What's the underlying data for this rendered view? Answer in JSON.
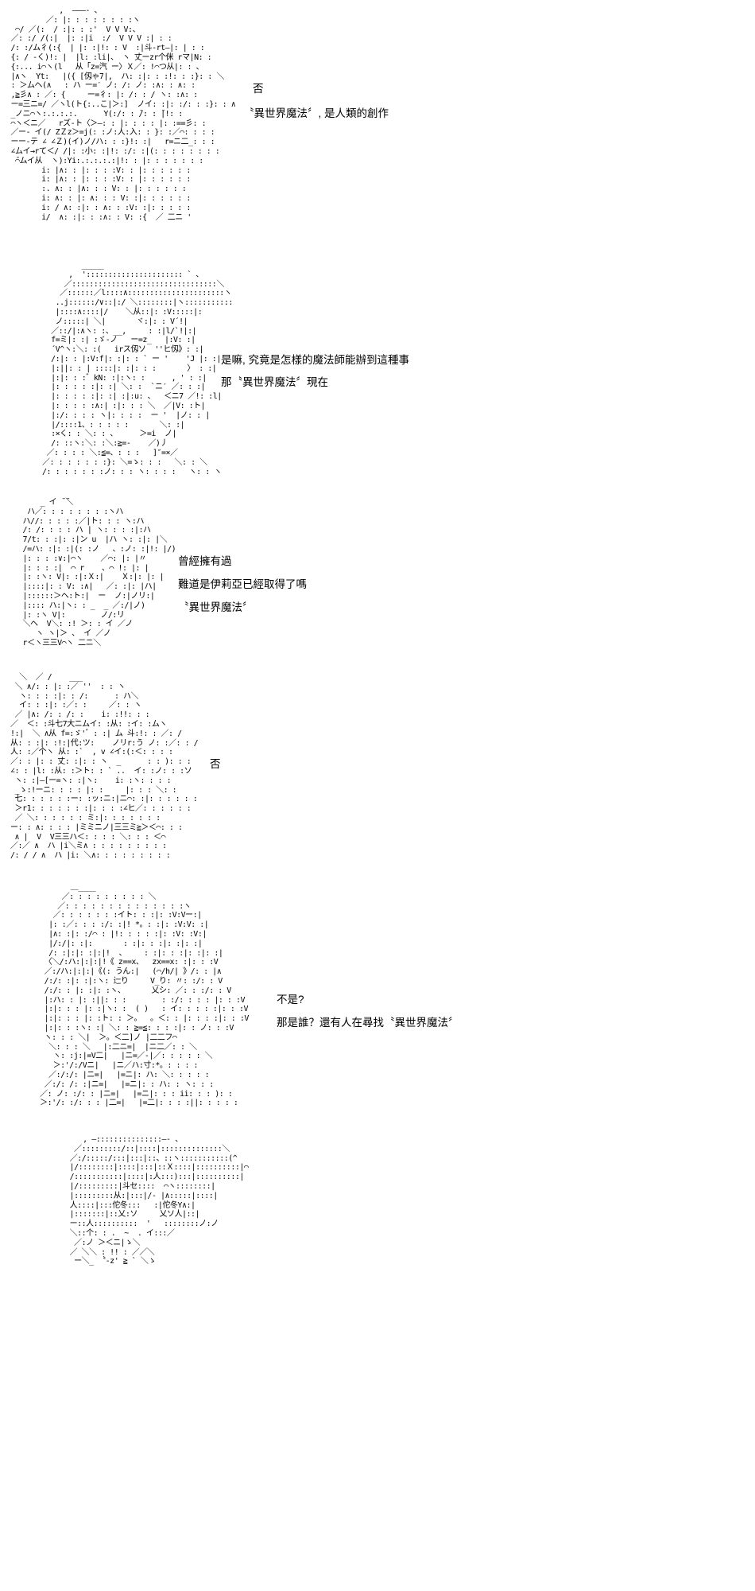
{
  "page": {
    "background": "#ffffff",
    "text_color": "#000000",
    "kind": "ascii-art-comic-page"
  },
  "panels": [
    {
      "name": "panel-1",
      "art": [
        "            ,  ―――‐ 、",
        "         ／: |: : : : : : : :ヽ",
        "  ⌒/ ／(:  / :|: : :'  V V V:、",
        " ／: :/ /(:|  |: :|i  :/  V V V :| : :",
        " /: :/ム彳(:{  | |: :|!: : V  :|斗‐rt―|: | : :",
        " {: / ‐く)!: |  |l: :li|、 ヽ 丈ーzr个侎 rマ|N: :",
        " {:... i⌒ヽ(l   从「z=汽 ー〉Ｘ／: !⌒つ从|: : 、",
        " |∧ヽ  Yt:   |({ [仭ゃ7|,  ハ: :|: : :!: : :}: : ＼",
        " : ＞ムヘ(∧   : ハ ー=′ ノ: /: ノ: :∧: : ∧: :",
        " ,≧彡∧ : ／: {     ー=彳: |: /: : / ヽ: :∧: :",
        " ー=三ニ=/ ／ヽl(ト{:..こ|＞:]  ノイ: :|: :/: : :}: : ∧",
        " _ノニ⌒ヽ:.:.:.:.      Y(:/: : ̄/: : ̄|!: :",
        " ⌒ヽ＜ニ／   rズ‐ト〈＞―: : |: : : : |: :==彡: :",
        " ／ー‐ イ(/ ZＺz＞=j(: :ノ:人:入: : }: :／⌒: : : :",
        " ーー‐テ ∠ ∠Ｚ)(イ)ノ/ハ: : :}!: :|   r=ニ二_: : :",
        " ∠ムイ→rて＜/ /|: :小: :|!: :/: :|(: : : : : : : :",
        "  ̄⌒ムイ从  ヽ):Yi:.:.:.:.:|!: : |: : : : : : :",
        "        i: |∧: : |: : : :V: : |: : : : : :",
        "        i: |∧: : |: : : :V: : |: : : : : :",
        "        :. ∧: : |∧: : : V: : |: : : : : :",
        "        i: ∧: : |: ∧: : : V: :|: : : : : :",
        "        i: / ∧: :|: : ∧: : :V: :|: : : : :",
        "        i/  ∧: :|: : :∧: : V: :{  ／ 二ニ '"
      ],
      "dialogue": [
        {
          "text": "否"
        },
        {
          "text": "〝異世界魔法〞, 是人類的創作"
        }
      ]
    },
    {
      "name": "panel-2",
      "art": [
        "           _____",
        "        ,  ':::::::::::::::::::::: ` 、",
        "       ／:::::::::::::::::::::::::::::::::＼",
        "      ／::::::／l::::∧::::::::::::::::::::::ヽ",
        "     ..j::::::/∨::|:/ ＼::::::::|ヽ:::::::::::",
        "     |::::∧::::|/    ＼从::|: :V:::::|:",
        "     ノ:::::| ＼|       ヾ:|: : V´!|",
        "    ／::/|:∧ヽ: :、__,     : :|l/`!|:|",
        "    f=ミ|: :| :ゞ‐ノ   ー=z_   |:V: :|",
        "    ´V^ヽ:＼: :(   irス仭ソ  ''ヒ仭》: :|",
        "    /:|: : |:V:f|: :|: : ` ー '    'J |: :|",
        "    |:||: : | ::::|: :|: : :       〉 : :|",
        "    |:|: : :゛kN: :|:ヽ: :      , ' : :|",
        "    |: : : : :|: :| ＼: :  `ニ′ ／: : :|",
        "    |: : : : :|: :| :|:u: 、  ＜ニ7 ／!: :l|",
        "    |: : : : :∧:| :|: : : ＼  ／|V: :ト|",
        "    |:/: : : : ヽ|: : : :  ー '  |ノ: : |",
        "    |/::::1、: : : : :       ＼: :|",
        "    :×く: : ＼: : 、     ＞=i  ノ|",
        "    /: ::ヽ:＼: :＼:≧=-    ／)丿",
        "   ／: : : : ＼:≦=、: : :   ]″=×／",
        "  ／: : : : : : :}: ＼=ゝ: : :   ＼: : ＼",
        "  /: : : : : : :ノ: : : ヽ: : : :   ヽ: : ヽ"
      ],
      "dialogue": [
        {
          "text": "是嘛, 究竟是怎樣的魔法師能辦到這種事"
        },
        {
          "text": "那〝異世界魔法〞現在"
        }
      ]
    },
    {
      "name": "panel-3",
      "art": [
        "       _ イ ̄ ̄＼",
        "    ハ／: : : : : : : :ヽハ",
        "   ハ//: : : : :／|ト: : : ヽ:ハ",
        "   /: /: : : : ハ | ヽ: : : :|:ハ",
        "   7/t: : :|: :|ン u  |ハ ヽ: :|: |＼",
        "   /=ハ: :|: :|(: :ノ   、:ノ: :|!: |/)",
        "   |: : : :∨:|⌒ヽ    ／⌒: |: |〃",
        "   |: : : :|  ⌒ r    、⌒ !: |: |",
        "   |: :ヽ: V|: :|:Ｘ:|    Ｘ:|: |: |",
        "   |::::|: : V: :∧|   ／: :|: |ハ|",
        "   |::::::＞ヘ:ト:|  ー  ノ:|ノリ:|",
        "   |:::: ハ:|ヽ: : _  _ ／:/|ノ)",
        "   |: :ヽ V|:        ノ/:リ",
        "   ＼ヘ  V＼: :! ＞: : イ ／ノ",
        "      ヽ ヽ|＞ 、 イ ／ノ",
        "   r＜ヽ三三V⌒ヽ 二ニ＼"
      ],
      "dialogue": [
        {
          "text": "曾經擁有過"
        },
        {
          "text": "難道是伊莉亞已經取得了嗎"
        },
        {
          "text": "〝異世界魔法〞"
        }
      ]
    },
    {
      "name": "panel-4",
      "art": [
        "    ＼  ／ /    ___",
        "   ＼ ∧/: : |: :／ ''  : : ヽ",
        "    ヽ: : : :|: : /:      : ハ＼",
        "    イ: : :|: :／: :     ／: : ヽ",
        "   ／ |∧: /: : /: :    i: :!!: : :",
        "  ／  ＜: :斗七7大ニムイ: :从: :イ: :ムヽ",
        "  !:|  ＼ ∧从 f=:ゞ'゛: :| ム 斗:!: : ／: /",
        "  从: : :|: :!:|代:ツ:    ノリr:う ノ: :／: : /",
        "  人: :／个ヽ 从: :`  , v ∠イ:(:＜: : : :",
        "  ／: : |: : 丈: :|: : ヽ  _      : : ): : :",
        "  ∠: : |l: :从: :＞ト: : ` ..  イ: :ノ: : :ソ",
        "   ヽ: :|―[ー=ヽ: :|ヽ:    i: :ヽ: : : :",
        "   _ゝ:!ーニ: : : : |: :     |: : : ＼: :",
        "   七: : : : : :ー: :ッ:ニ:|ニ⌒: :|: : : : : :",
        "   ＞r1: : : : : : :|: : : :∠ヒ／: : : : : :",
        "   ／ ＼: : : : : : ミ:|: : : : : : :",
        "  ー: : ∧: : : : |ミミニノ|三三ミ≧＞＜⌒: : :",
        "   ∧ |  V  V三三ハ＜: : : : ＼: : : ＜⌒",
        "  ／:／ ∧  ハ |i＼ミ∧ : : : : : : : : :",
        "  /: / / ∧  ハ |i: ＼∧: : : : : : : : :"
      ],
      "dialogue": [
        {
          "text": "否"
        }
      ]
    },
    {
      "name": "panel-5",
      "art": [
        "           ＿____",
        "         ／: : : : : : : : : ＼",
        "        ／: : : : : : : : : : : : : :ヽ",
        "       ／: : : : : : :イト: : :|: :V:Vー:|",
        "      |: :／: : : :/: :|! *。: :|: :V:V: :|",
        "      |∧: :|: :/⌒ : |!: : : : :|: :V: :V:|",
        "      |/:/|: :|:       : :|: : :|: :|: :|",
        "      /: :|:|: :|:|!  、    : :|: : :|: :|: :|",
        "     〈＼/:ハ:|:|:|!《 z==x、  zx==x: :|: : :V",
        "     ／:/ハ:|:|:|《(: うん:|   (⌒/h/| 》/: : |∧",
        "     /:/: :|: :|:ヽ: 辷り     V_り: 〃: :/: : V",
        "     /:/: : |: :|: :ヽ、      乂シ: ／: : :/: : V",
        "     |:ハ: : |: :||: : :        : :/: : : : |: : :V",
        "     |:|: : : |: :|ヽ: :  ( )   : イ: : : : :|: : :V",
        "     |:|: : : |: :ト: : ＞。  。＜: : |: : : :|: : :V",
        "     |:|: : :ヽ: :| ＼: : ≧=≦: : : :|: : ノ: : :V",
        "     ヽ: : : ＼|  ＞。＜二]ノ |二二フ⌒",
        "      ＼: : : ＼   |:二ニ=|  |ニ二／: : ＼",
        "       ヽ: :j:|=V二|   |ニ=／-|／: : : : : ＼",
        "       ＞:'/:/Vニ|   |ニ／ハ:寸:*。: : : :",
        "      ／:/:/: |ニ=|   |=ニ|: ハ: ＼: : : : :",
        "     ／:/: /: :|ニ=|   |=ニ|: : ハ: : ヽ: : :",
        "    ／: ノ: :/: : |ニ=|   |=ニ|: : : ii: : : ): :",
        "    ＞:'/: :/: : : |二=|   |=二|: : : :||: : : : :"
      ],
      "dialogue": [
        {
          "text": "不是?"
        },
        {
          "text": "那是誰？還有人在尋找〝異世界魔法〞"
        }
      ]
    },
    {
      "name": "panel-6",
      "art": [
        "        , ―:::::::::::::::―- 、",
        "      ／:::::::::/::|::::|::::::::::::::＼",
        "     ／:/:::::/:::|:::|::、::ヽ:::::::::::(^",
        "     |/::::::::|::::|:::|::Ｘ::::|::::::::::|⌒",
        "     /:::::::::::|::::|:人:::):::|::::::::::|",
        "     |/:::::::::|斗セ::::  ⌒ヽ::::::::|",
        "     |:::::::::从:|:::|/‐ |∧:::::|::::|",
        "     人::::|:::佗冬:::   :|佗冬Y∧:|",
        "     |:::::::|::乂:ソ     乂ソ人|::|",
        "     ー::人::::::::::  '   ::::::::ノ:ノ",
        "     ＼::个: : .  ~  . イ:::／",
        "      ／:ノ ＞＜ニ|ゝ＼",
        "     ／ ＼＼ : !! : ／／＼",
        "      ー＼_ 〝-z' ≧ ` ＼ゝ"
      ],
      "dialogue": []
    }
  ]
}
